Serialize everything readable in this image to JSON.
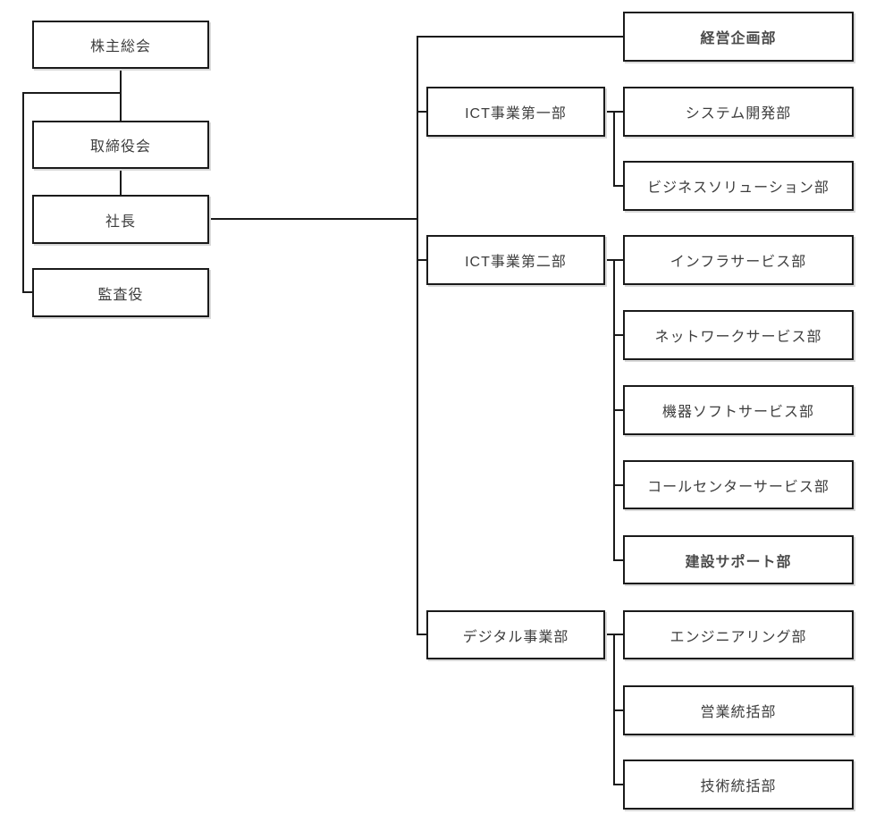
{
  "org_chart": {
    "governance": {
      "shareholders": "株主総会",
      "board": "取締役会",
      "president": "社長",
      "auditor": "監査役"
    },
    "divisions": {
      "ict_division_1": "ICT事業第一部",
      "ict_division_2": "ICT事業第二部",
      "digital_division": "デジタル事業部"
    },
    "departments": {
      "corporate_planning": "経営企画部",
      "system_development": "システム開発部",
      "business_solution": "ビジネスソリューション部",
      "infra_service": "インフラサービス部",
      "network_service": "ネットワークサービス部",
      "equipment_software_service": "機器ソフトサービス部",
      "call_center_service": "コールセンターサービス部",
      "construction_support": "建設サポート部",
      "engineering": "エンジニアリング部",
      "sales_management": "営業統括部",
      "technical_management": "技術統括部"
    },
    "colors": {
      "background": "#ffffff",
      "line": "#1a1a1a",
      "text": "#3d3d3d",
      "shadow": "#d9d9d9"
    }
  }
}
